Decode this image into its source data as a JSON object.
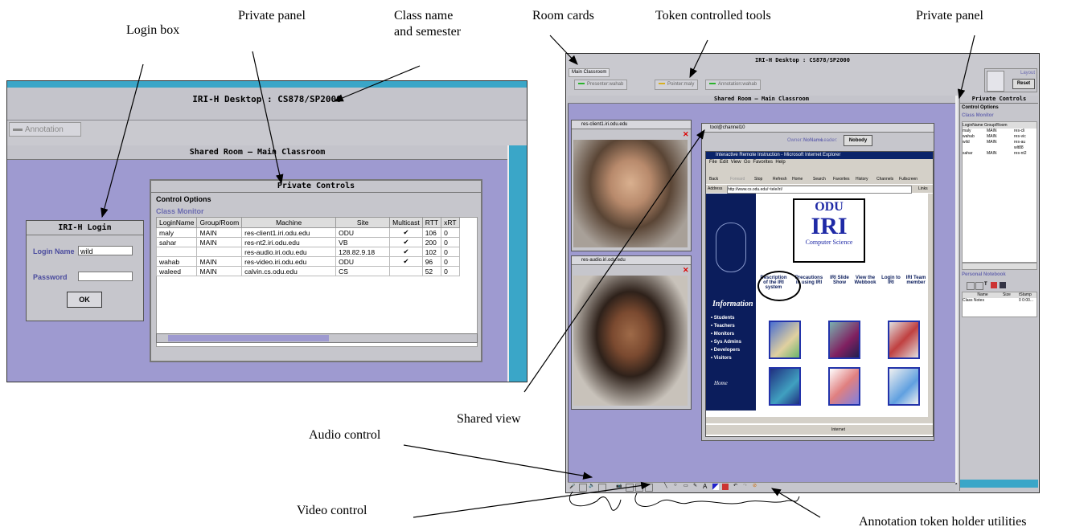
{
  "annotations": {
    "login_box": "Login box",
    "private_panel_left": "Private panel",
    "class_name": "Class name",
    "and_semester": "and semester",
    "room_cards": "Room cards",
    "token_controlled_tools": "Token controlled tools",
    "private_panel_right": "Private panel",
    "shared_view": "Shared view",
    "audio_control": "Audio control",
    "video_control": "Video control",
    "annotation_utilities": "Annotation token holder utilities"
  },
  "left_window": {
    "title": "IRI-H Desktop : CS878/SP2000",
    "annotation_button": "Annotation",
    "room_title": "Shared Room – Main Classroom",
    "login": {
      "title": "IRI-H Login",
      "login_name_label": "Login Name",
      "login_name_value": "wild",
      "password_label": "Password",
      "ok": "OK"
    },
    "private_controls": {
      "title": "Private Controls",
      "control_options": "Control Options",
      "class_monitor": "Class Monitor",
      "columns": [
        "LoginName",
        "Group/Room",
        "Machine",
        "Site",
        "Multicast",
        "RTT",
        "xRT"
      ],
      "rows": [
        [
          "maly",
          "MAIN",
          "res-client1.iri.odu.edu",
          "ODU",
          "✔",
          "106",
          "0"
        ],
        [
          "sahar",
          "MAIN",
          "res-nt2.iri.odu.edu",
          "VB",
          "✔",
          "200",
          "0"
        ],
        [
          "",
          "",
          "res-audio.iri.odu.edu",
          "128.82.9.18",
          "✔",
          "102",
          "0"
        ],
        [
          "wahab",
          "MAIN",
          "res-video.iri.odu.edu",
          "ODU",
          "✔",
          "96",
          "0"
        ],
        [
          "waleed",
          "MAIN",
          "calvin.cs.odu.edu",
          "CS",
          "",
          "52",
          "0"
        ]
      ]
    }
  },
  "right_window": {
    "title": "IRI-H Desktop : CS878/SP2000",
    "tab": "Main Classroom",
    "tokens": [
      "Presenter:wahab",
      "Pointer:maly",
      "Annotation:wahab"
    ],
    "layout_label": "Layout",
    "reset": "Reset",
    "room_title": "Shared Room – Main Classroom",
    "card1": "res-client1.iri.odu.edu",
    "card2": "res-audio.iri.odu.edu",
    "shared_view": {
      "title": "tool@channel10",
      "owner_label": "Owner:",
      "owner_value": "NoName",
      "leader_label": "Leader:",
      "leader_value": "Nobody",
      "ie_title": "Interactive Remote Instruction - Microsoft Internet Explorer",
      "menu": [
        "File",
        "Edit",
        "View",
        "Go",
        "Favorites",
        "Help"
      ],
      "toolbar": [
        "Back",
        "Forward",
        "Stop",
        "Refresh",
        "Home",
        "Search",
        "Favorites",
        "History",
        "Channels",
        "Fullscreen"
      ],
      "address_label": "Address",
      "address": "http://www.cs.odu.edu/~tele/iri/",
      "links": "Links",
      "logo_top": "ODU",
      "logo_main": "IRI",
      "logo_sub": "Computer Science",
      "information": "Information",
      "nav": [
        "Students",
        "Teachers",
        "Monitors",
        "Sys Admins",
        "Developers",
        "Visitors"
      ],
      "home": "Home",
      "links_row": [
        "Description of the IRI system",
        "Precautions in using IRI",
        "IRI Slide Show",
        "View the Webbook",
        "Login to IRI",
        "IRI Team member"
      ],
      "status": "Internet"
    },
    "private": {
      "title": "Private Controls",
      "control_options": "Control Options",
      "class_monitor": "Class Monitor",
      "columns": [
        "LoginName",
        "Group/Room",
        ""
      ],
      "rows": [
        [
          "maly",
          "MAIN",
          "res-cli"
        ],
        [
          "wahab",
          "MAIN",
          "res-vic"
        ],
        [
          "wild",
          "MAIN",
          "res-au"
        ],
        [
          "",
          "",
          "wlt88"
        ],
        [
          "sahar",
          "MAIN",
          "res-nt2"
        ]
      ],
      "notebook": "Personal Notebook",
      "nb_columns": [
        "Name",
        "Size",
        "tStamp"
      ],
      "nb_row": [
        "Class Notes",
        "",
        "0 0:00..."
      ]
    }
  }
}
